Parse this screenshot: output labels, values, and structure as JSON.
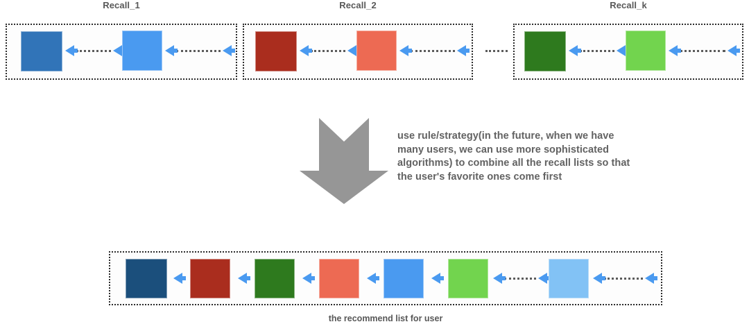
{
  "diagram": {
    "title_hidden": "",
    "colors": {
      "blue_dark": "#3174b8",
      "blue_light": "#4a9af0",
      "blue_pale": "#82c2f5",
      "red_dark": "#aa2d1e",
      "red_salmon": "#ed6a53",
      "green_dark": "#2e7a1e",
      "green_light": "#72d44e",
      "navy": "#1b4f7c",
      "arrow": "#4a9af0",
      "big_arrow_gray": "#969696",
      "text_gray": "#5d5d5d",
      "dash_border": "#2b2b2b"
    },
    "recall_groups": [
      {
        "label": "Recall_1",
        "items": [
          {
            "name": "item-blue-dark",
            "color": "#3174b8"
          },
          {
            "name": "item-blue-light",
            "color": "#4a9af0"
          }
        ]
      },
      {
        "label": "Recall_2",
        "items": [
          {
            "name": "item-red-dark",
            "color": "#aa2d1e"
          },
          {
            "name": "item-red-salmon",
            "color": "#ed6a53"
          }
        ]
      },
      {
        "label": "Recall_k",
        "items": [
          {
            "name": "item-green-dark",
            "color": "#2e7a1e"
          },
          {
            "name": "item-green-light",
            "color": "#72d44e"
          }
        ]
      }
    ],
    "group_separator": "ellipsis-dots",
    "combine_arrow": {
      "icon": "big-down-arrow-icon",
      "color": "#969696"
    },
    "description": "use rule/strategy(in the future, when we have\nmany users, we can use more sophisticated\nalgorithms) to combine all the recall lists so that\nthe user's favorite ones come first",
    "result_list": {
      "caption": "the recommend list for user",
      "items": [
        {
          "name": "result-item-navy",
          "color": "#1b4f7c"
        },
        {
          "name": "result-item-red-dark",
          "color": "#aa2d1e"
        },
        {
          "name": "result-item-green-dark",
          "color": "#2e7a1e"
        },
        {
          "name": "result-item-red-salmon",
          "color": "#ed6a53"
        },
        {
          "name": "result-item-blue-light",
          "color": "#4a9af0"
        },
        {
          "name": "result-item-green-light",
          "color": "#72d44e"
        },
        {
          "name": "result-item-blue-pale",
          "color": "#82c2f5"
        }
      ]
    }
  }
}
